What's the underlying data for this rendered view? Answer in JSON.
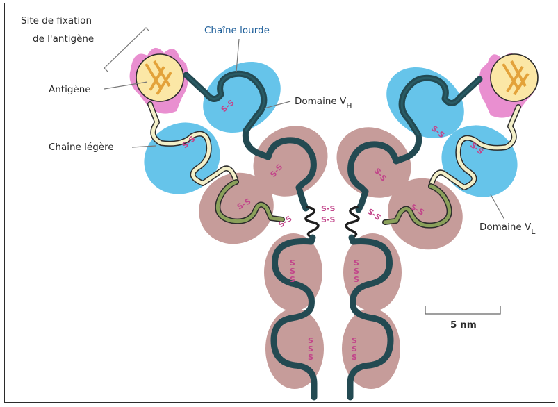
{
  "labels": {
    "binding_site_line1": "Site de fixation",
    "binding_site_line2": "de l'antigène",
    "heavy_chain": "Chaîne lourde",
    "antigen": "Antigène",
    "vh_domain": "Domaine V",
    "vh_sub": "H",
    "light_chain": "Chaîne légère",
    "vl_domain": "Domaine V",
    "vl_sub": "L",
    "scale": "5 nm",
    "disulfide": "S-S",
    "disulfide_s": "S"
  },
  "colors": {
    "variable_domain": "#66c4ea",
    "constant_domain": "#c69c9a",
    "heavy_chain": "#234a52",
    "antigen_fill": "#fbe7a6",
    "antigen_binder": "#e98fd0",
    "disulfide": "#c2458a",
    "label_blue": "#1f5f9a"
  }
}
